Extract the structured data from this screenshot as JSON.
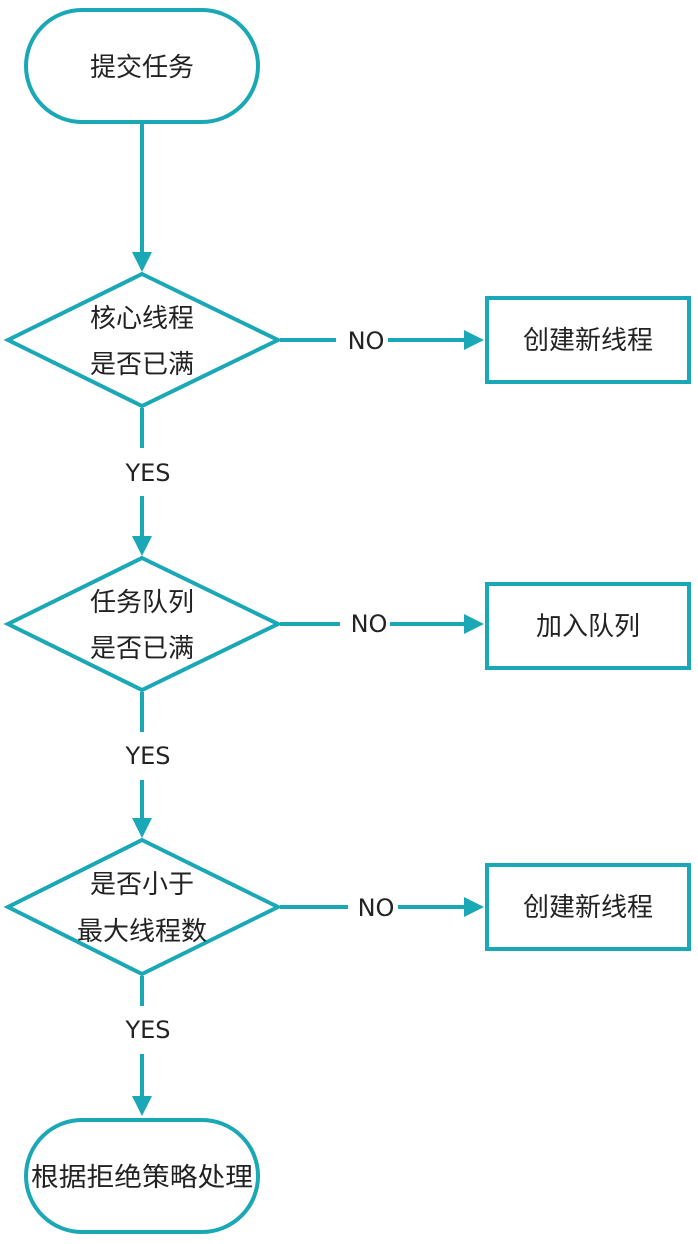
{
  "colors": {
    "stroke": "#1aa7b6",
    "text": "#222222",
    "background": "#ffffff"
  },
  "nodes": {
    "start": "提交任务",
    "decision1": {
      "line1": "核心线程",
      "line2": "是否已满"
    },
    "action1": "创建新线程",
    "decision2": {
      "line1": "任务队列",
      "line2": "是否已满"
    },
    "action2": "加入队列",
    "decision3": {
      "line1": "是否小于",
      "line2": "最大线程数"
    },
    "action3": "创建新线程",
    "end": "根据拒绝策略处理"
  },
  "edges": {
    "no1": "NO",
    "yes1": "YES",
    "no2": "NO",
    "yes2": "YES",
    "no3": "NO",
    "yes3": "YES"
  }
}
